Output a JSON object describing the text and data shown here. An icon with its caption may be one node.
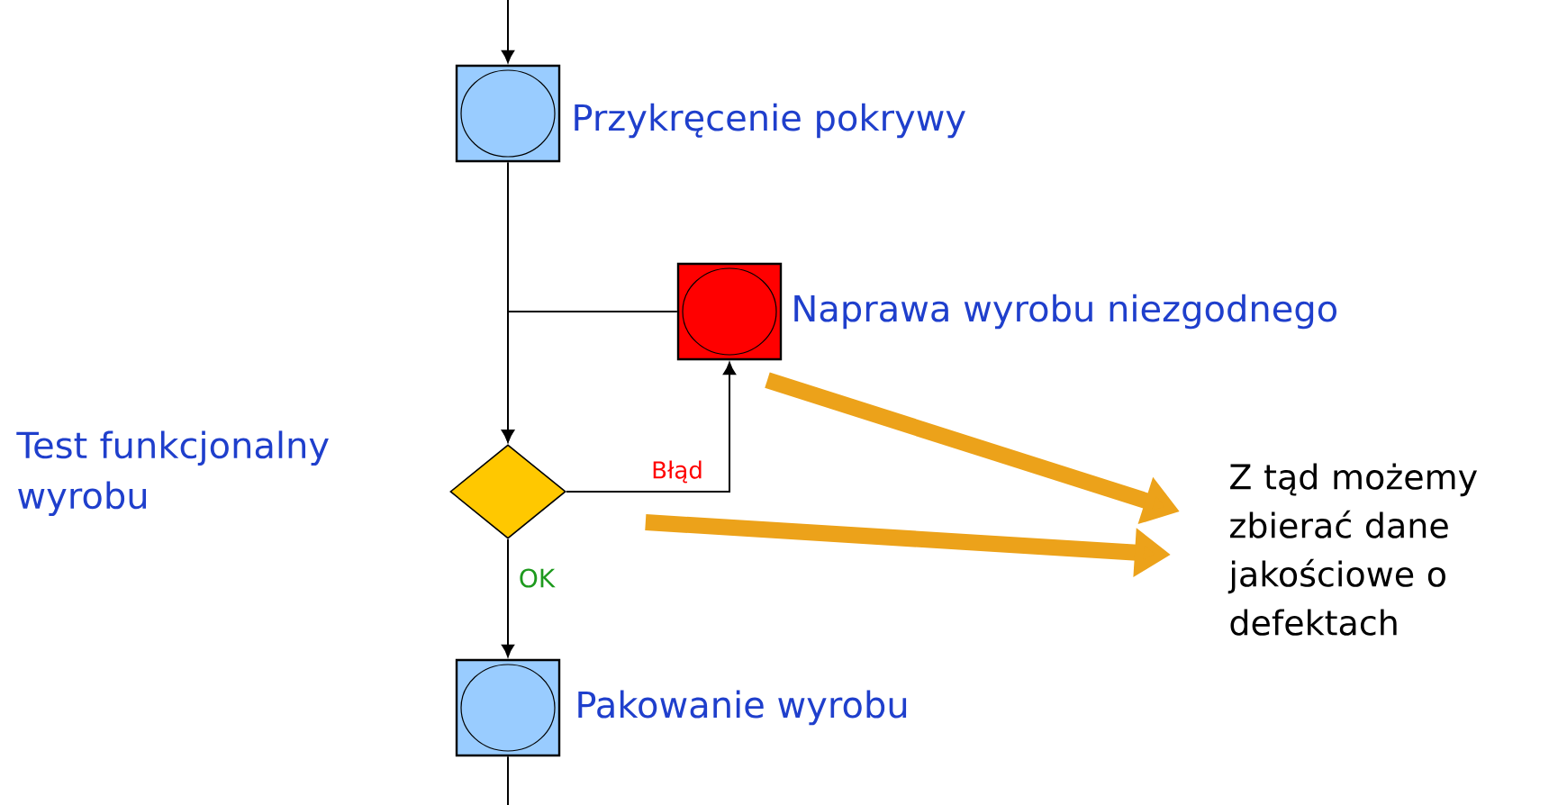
{
  "diagram": {
    "nodes": [
      {
        "text": [
          "Przykręcenie pokrywy"
        ]
      },
      {
        "text": [
          "Naprawa wyrobu niezgodnego"
        ]
      },
      {
        "text": [
          "Test funkcjonalny wyrobu"
        ]
      },
      {
        "text": [
          "Pakowanie wyrobu"
        ]
      },
      {
        "text": [
          "Z tąd możemy zbierać dane jakościowe o defektach"
        ]
      }
    ],
    "edges": [
      {
        "from": null,
        "to": 0,
        "arrow": "to"
      },
      {
        "from": 0,
        "to": 2,
        "arrow": "to"
      },
      {
        "from": 1,
        "to": 2,
        "arrow": "to"
      },
      {
        "from": 2,
        "to": 1,
        "arrow": "to",
        "label": "Błąd"
      },
      {
        "from": 2,
        "to": 3,
        "arrow": "to",
        "label": "OK"
      },
      {
        "from": 3,
        "to": null,
        "arrow": "none"
      },
      {
        "from": 1,
        "to": 4,
        "arrow": "to",
        "style": "thick",
        "color": "#eca21a"
      },
      {
        "from": 2,
        "to": 4,
        "arrow": "to",
        "style": "thick",
        "color": "#eca21a"
      }
    ]
  }
}
